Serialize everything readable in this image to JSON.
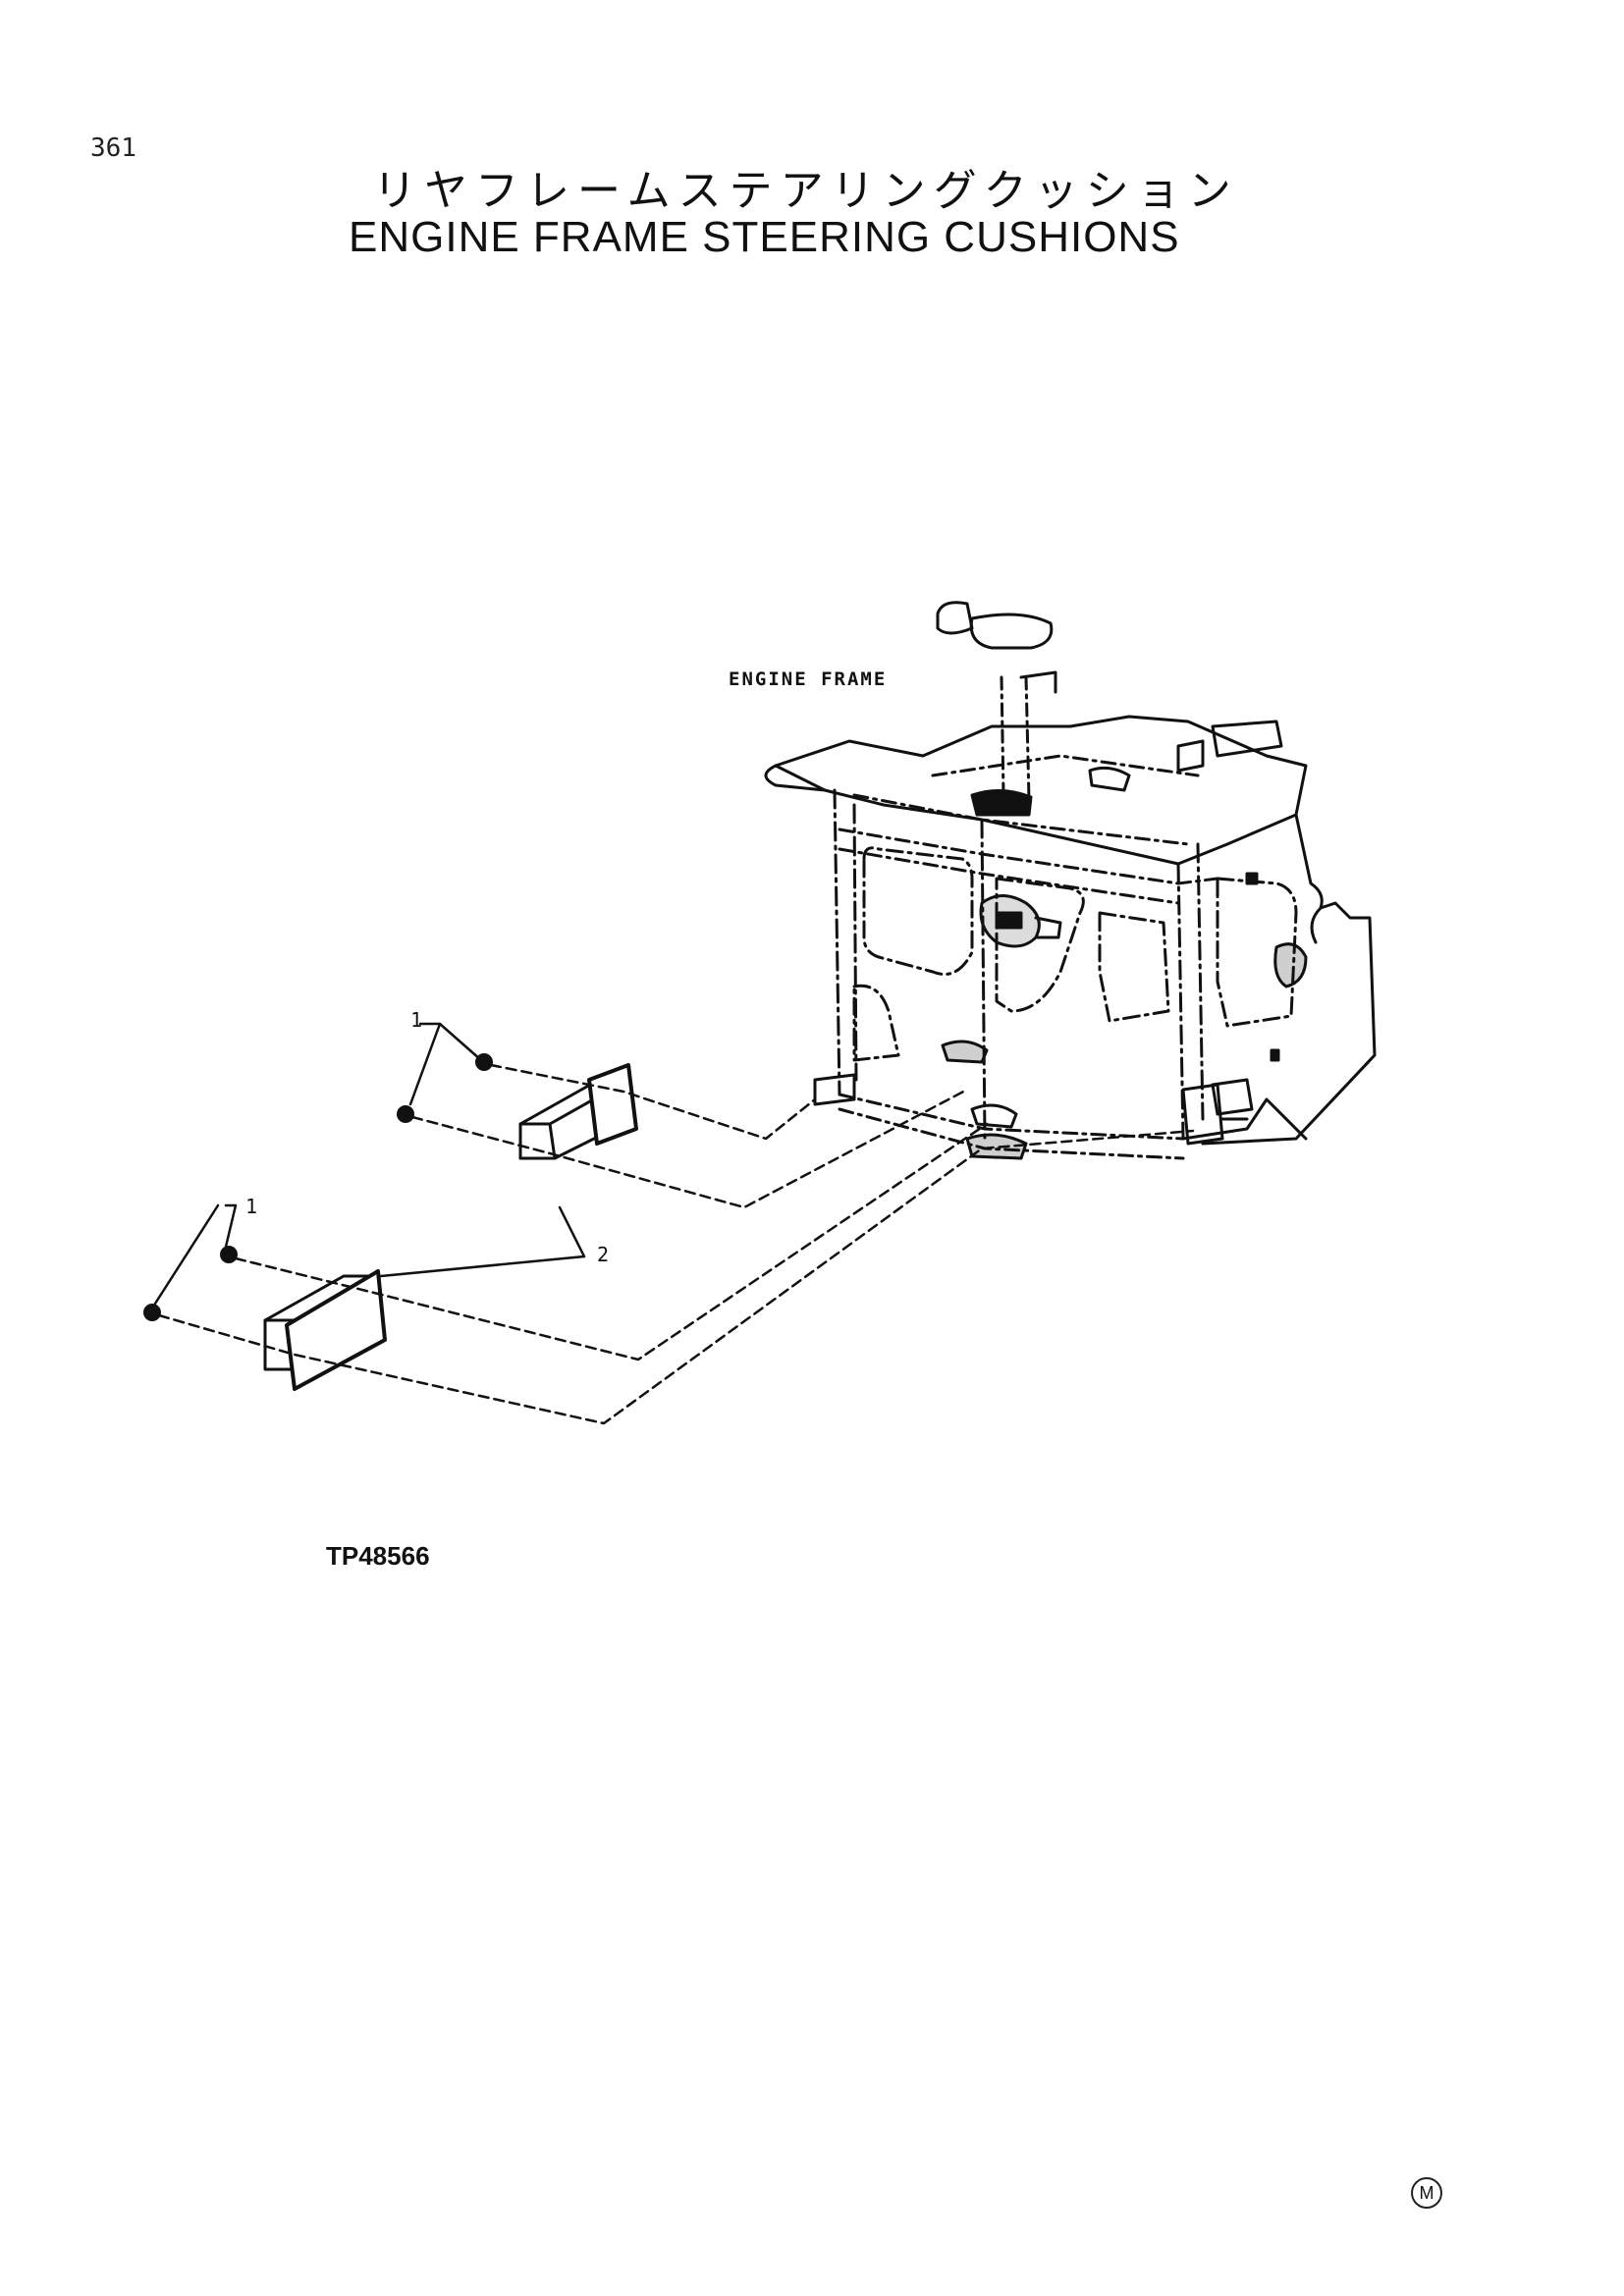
{
  "page_number": "361",
  "title_jp": "リヤフレームステアリングクッション",
  "title_en": "ENGINE FRAME STEERING CUSHIONS",
  "diagram": {
    "frame_label": "ENGINE FRAME",
    "callouts": [
      "1",
      "1",
      "2"
    ]
  },
  "figure_label": "TP48566",
  "corner_mark": "M"
}
